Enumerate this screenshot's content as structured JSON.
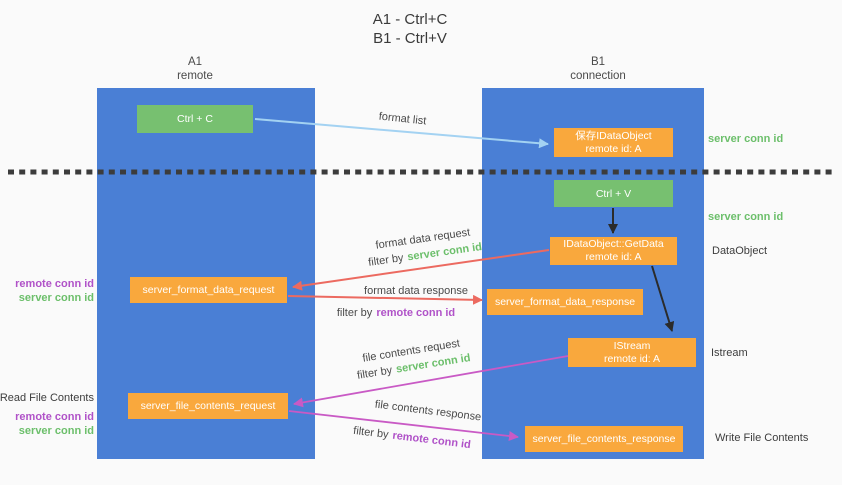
{
  "title": {
    "line1": "A1 - Ctrl+C",
    "line2": "B1 - Ctrl+V"
  },
  "columns": {
    "left": {
      "name": "A1",
      "role": "remote"
    },
    "right": {
      "name": "B1",
      "role": "connection"
    }
  },
  "nodes": {
    "ctrl_c": {
      "label": "Ctrl + C"
    },
    "save_idataobject": {
      "line1": "保存IDataObject",
      "line2": "remote id: A"
    },
    "ctrl_v": {
      "label": "Ctrl + V"
    },
    "getdata": {
      "line1": "IDataObject::GetData",
      "line2": "remote id: A"
    },
    "server_format_data_request": {
      "label": "server_format_data_request"
    },
    "server_format_data_response": {
      "label": "server_format_data_response"
    },
    "istream": {
      "line1": "IStream",
      "line2": "remote id: A"
    },
    "server_file_contents_request": {
      "label": "server_file_contents_request"
    },
    "server_file_contents_response": {
      "label": "server_file_contents_response"
    }
  },
  "edge_labels": {
    "format_list": "format list",
    "format_data_request": "format data request",
    "format_data_response": "format data response",
    "file_contents_request": "file contents request",
    "file_contents_response": "file contents response",
    "filter_by": "filter by",
    "server_conn_id": "server conn id",
    "remote_conn_id": "remote conn id"
  },
  "side_labels": {
    "server_conn_id": "server conn id",
    "remote_conn_id": "remote conn id",
    "dataobject": "DataObject",
    "istream": "Istream",
    "read_file_contents": "Read File Contents",
    "write_file_contents": "Write File Contents"
  },
  "colors": {
    "column_blue": "#4a7fd5",
    "node_green": "#77c070",
    "node_orange": "#f9a83d",
    "arrow_lightblue": "#a3d2f2",
    "arrow_red": "#ec6a60",
    "arrow_magenta": "#c95ac5",
    "arrow_black": "#2b2b2b",
    "dotted_line": "#3c3c3c",
    "text_green": "#6cbf6b",
    "text_purple": "#b052c8",
    "text_dark": "#3d3d3d",
    "background": "#fafafa"
  }
}
